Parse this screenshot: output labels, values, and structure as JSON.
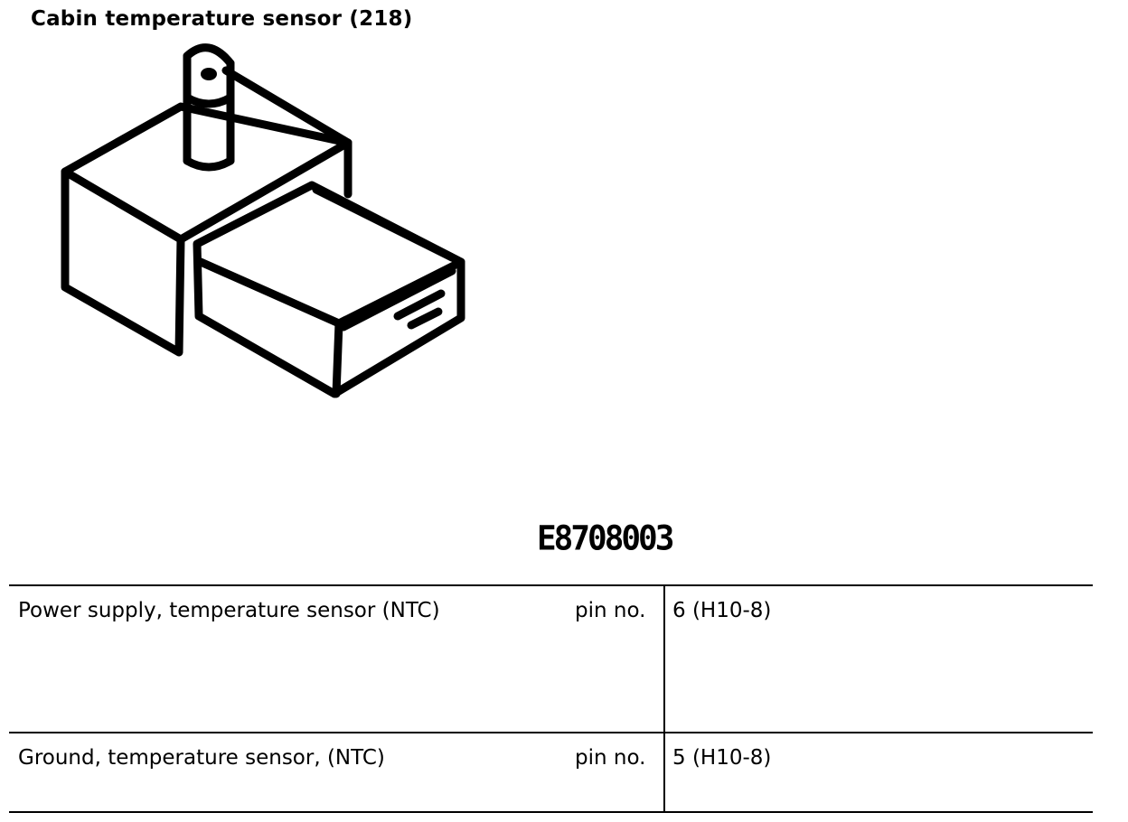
{
  "title": "Cabin temperature sensor (218)",
  "figure_code": "E8708003",
  "pin_table": {
    "rows": [
      {
        "description": "Power supply, temperature sensor (NTC)",
        "pin_label": "pin no.",
        "value": "6 (H10-8)"
      },
      {
        "description": "Ground, temperature sensor, (NTC)",
        "pin_label": "pin no.",
        "value": "5 (H10-8)"
      }
    ]
  }
}
